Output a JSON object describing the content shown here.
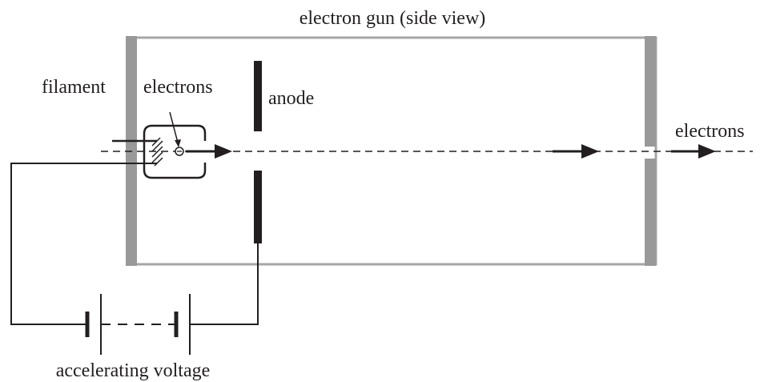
{
  "diagram": {
    "title": "electron gun (side view)",
    "labels": {
      "filament": "filament",
      "electrons_inside": "electrons",
      "anode": "anode",
      "electrons_outside": "electrons",
      "accelerating_voltage": "accelerating voltage"
    },
    "colors": {
      "line": "#231f20",
      "chamber_wall": "#999999",
      "chamber_border": "#a6a6a6",
      "background": "#ffffff"
    },
    "icons": {
      "beam_arrow": "arrowhead-right",
      "battery": "battery-cell-symbol"
    }
  }
}
